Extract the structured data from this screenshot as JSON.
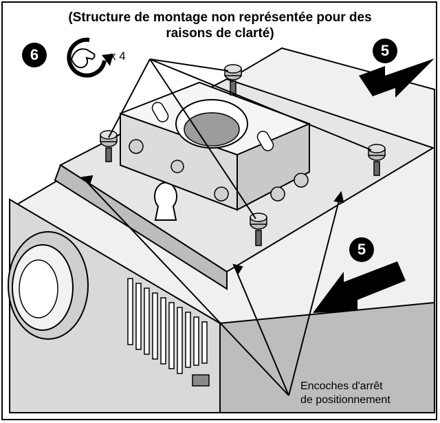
{
  "title": {
    "line1": "(Structure de montage non représentée pour des",
    "line2": "raisons de clarté)"
  },
  "steps": {
    "tighten": "6",
    "slide_back": "5",
    "slide_front": "5"
  },
  "tighten_multiplier": "x 4",
  "callout": {
    "line1": "Encoches d'arrêt",
    "line2": "de positionnement"
  },
  "icons": {
    "rotate_hand": "hand-rotate-clockwise-icon",
    "arrow": "solid-black-arrow"
  },
  "colors": {
    "line": "#000000",
    "light_gray": "#f0f0f0",
    "mid_gray": "#cfcfcf",
    "dark_gray": "#8a8a8a"
  }
}
